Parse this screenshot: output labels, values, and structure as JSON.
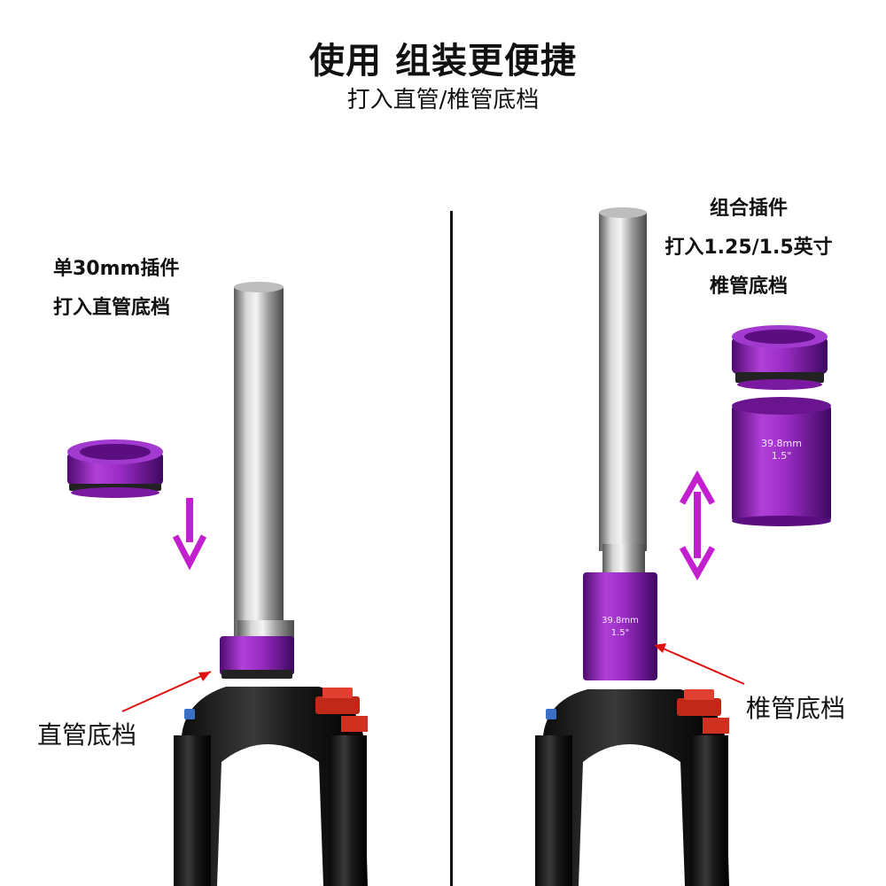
{
  "header": {
    "title": "使用 组装更便捷",
    "subtitle": "打入直管/椎管底档"
  },
  "left_panel": {
    "label_line1": "单30mm插件",
    "label_line2": "打入直管底档",
    "callout": "直管底档"
  },
  "right_panel": {
    "label_line1": "组合插件",
    "label_line2": "打入1.25/1.5英寸",
    "label_line3": "椎管底档",
    "callout": "椎管底档",
    "spacer_text_line1": "39.8mm",
    "spacer_text_line2": "1.5\""
  },
  "colors": {
    "purple": "#8a1fb0",
    "arrow_purple": "#c21fcf",
    "arrow_red": "#e01010"
  }
}
